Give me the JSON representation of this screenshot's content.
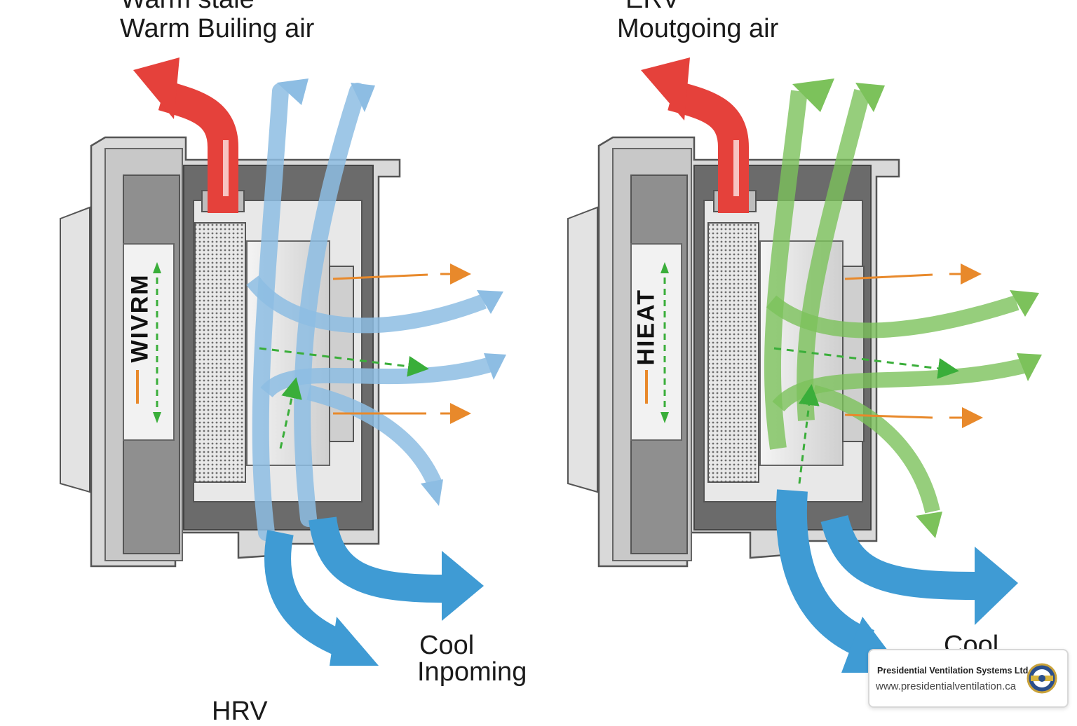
{
  "hrv": {
    "top_label_partial": "Warm stale",
    "top_label": "Warm Builing air",
    "side_label": "WIVRM",
    "bottom_label_partial": "HRV",
    "outlet_label_line1": "Cool",
    "outlet_label_line2": "Inpoming"
  },
  "erv": {
    "top_label_partial": "ERV",
    "top_label": "Moutgoing air",
    "side_label": "HIEAT",
    "outlet_label_partial": "Cool"
  },
  "badge": {
    "company": "Presidential Ventilation Systems Ltd.",
    "url": "www.presidentialventilation.ca",
    "logo_icon": "company-seal-icon"
  },
  "colors": {
    "warm_red": "#e5413b",
    "cool_blue": "#3f9bd4",
    "light_blue": "#8dbde3",
    "green": "#7cc25b",
    "orange": "#e8892b",
    "dashed_green": "#3aae3a",
    "housing_gray": "#d9d9d9",
    "dark_gray": "#6b6b6b"
  }
}
